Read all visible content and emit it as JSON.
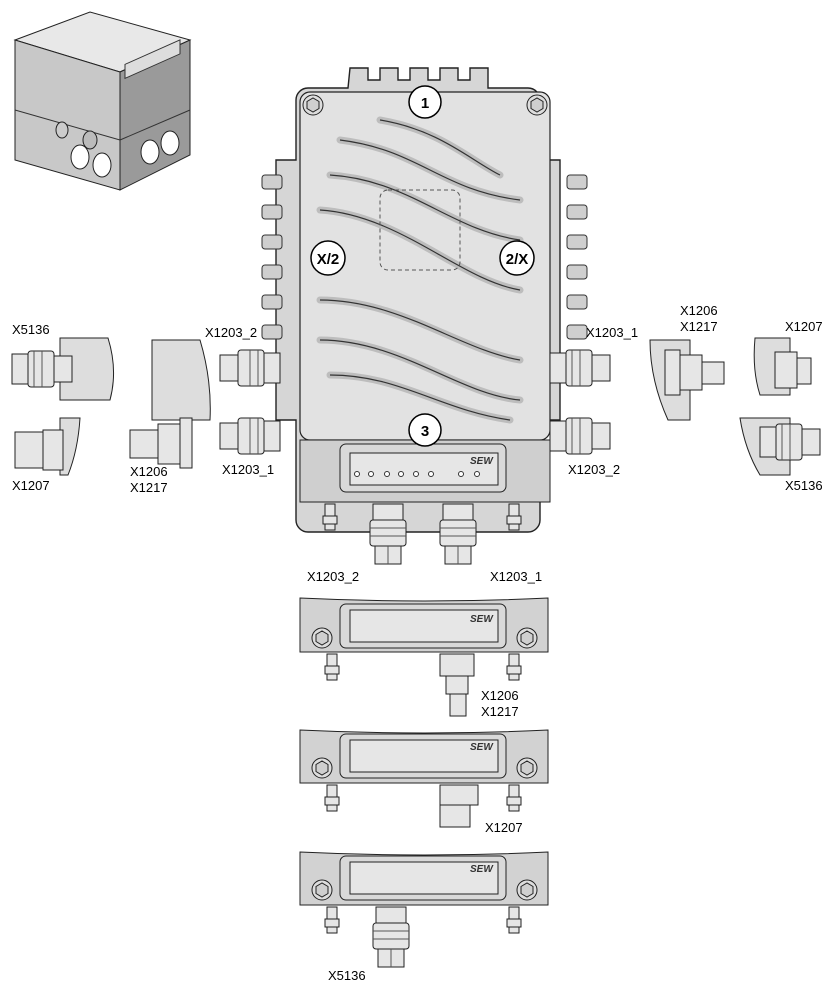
{
  "callouts": {
    "c1": "1",
    "c2_left": "X/2",
    "c2_right": "2/X",
    "c3": "3"
  },
  "logo": "SEW",
  "labels": {
    "left_top": "X5136",
    "left_bottom": "X1207",
    "left_mid_a": "X1206",
    "left_mid_b": "X1217",
    "main_left_top": "X1203_2",
    "main_left_bottom": "X1203_1",
    "main_right_top": "X1203_1",
    "main_right_bottom": "X1203_2",
    "right_mid_a": "X1206",
    "right_mid_b": "X1217",
    "right_top": "X1207",
    "right_bottom": "X5136",
    "main_bottom_left": "X1203_2",
    "main_bottom_right": "X1203_1",
    "panel1_a": "X1206",
    "panel1_b": "X1217",
    "panel2": "X1207",
    "panel3": "X5136"
  }
}
